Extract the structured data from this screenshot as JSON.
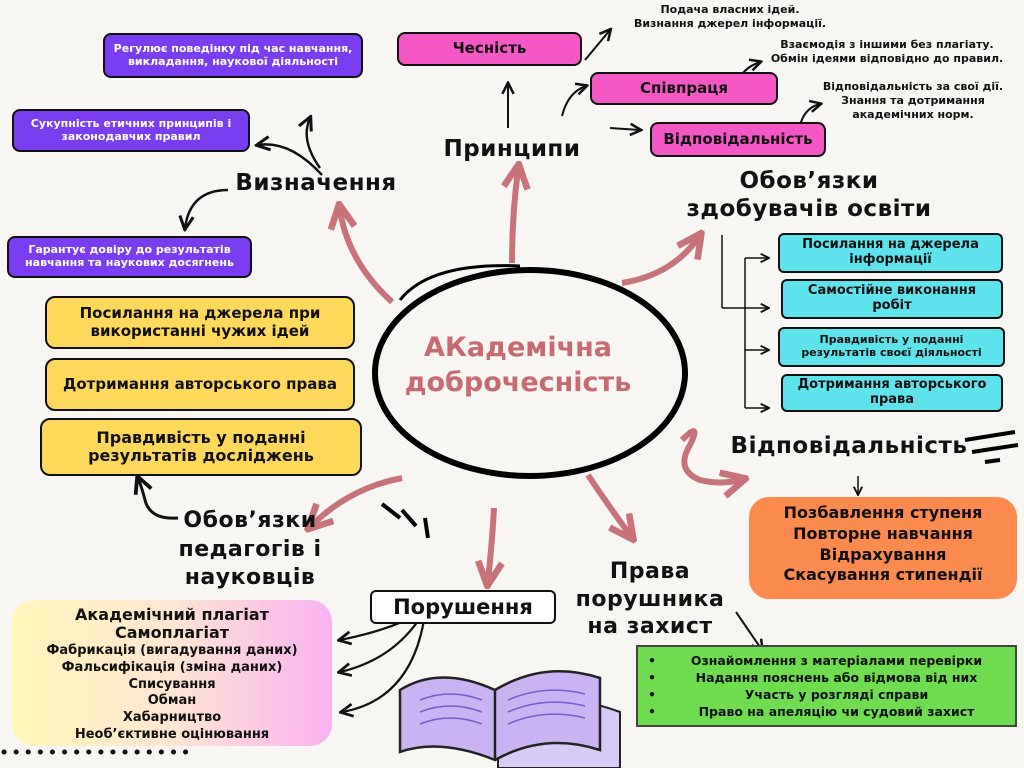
{
  "center": {
    "line1": "АКадемічна",
    "line2": "доброчесність"
  },
  "definition": {
    "heading": "Визначення",
    "items": [
      "Регулює поведінку під час навчання, викладання, наукової діяльності",
      "Сукупність етичних принципів і законодавчих правил",
      "Гарантує довіру до результатів навчання та наукових досягнень"
    ]
  },
  "principles": {
    "heading": "Принципи",
    "items": [
      {
        "label": "Чесність",
        "note": [
          "Подача власних ідей.",
          "Визнання джерел інформації."
        ]
      },
      {
        "label": "Співпраця",
        "note": [
          "Взаємодія з іншими без плагіату.",
          "Обмін ідеями відповідно до правил."
        ]
      },
      {
        "label": "Відповідальність",
        "note": [
          "Відповідальність за свої дії.",
          "Знання та дотримання",
          "академічних норм."
        ]
      }
    ]
  },
  "students": {
    "heading": [
      "Обов’язки",
      "здобувачів освіти"
    ],
    "items": [
      "Посилання на джерела інформації",
      "Самостійне виконання робіт",
      "Правдивість у поданні результатів своєї діяльності",
      "Дотримання авторського права"
    ]
  },
  "teachers": {
    "heading": [
      "Обов’язки",
      "педагогів і",
      "науковців"
    ],
    "items": [
      "Посилання на джерела при використанні чужих ідей",
      "Дотримання авторського права",
      "Правдивість у поданні результатів досліджень"
    ]
  },
  "responsibility": {
    "heading": "Відповідальність",
    "items": [
      "Позбавлення ступеня",
      "Повторне навчання",
      "Відрахування",
      "Скасування стипендії"
    ]
  },
  "violations": {
    "heading": "Порушення",
    "items": [
      "Академічний плагіат",
      "Самоплагіат",
      "Фабрикація (вигадування даних)",
      "Фальсифікація (зміна даних)",
      "Списування",
      "Обман",
      "Хабарництво",
      "Необ’єктивне оцінювання"
    ]
  },
  "rights": {
    "heading": [
      "Права",
      "порушника",
      "на захист"
    ],
    "items": [
      "Ознайомлення з матеріалами перевірки",
      "Надання пояснень або відмова від них",
      "Участь у розгляді справи",
      "Право на апеляцію чи судовий захист"
    ]
  },
  "colors": {
    "definition": "#7b3df0",
    "principles": "#f458c4",
    "students": "#5ee3ec",
    "teachers": "#fdd85a",
    "responsibility": "#fb8a4e",
    "rights": "#6fdc4f",
    "center_text": "#c86a72",
    "branch_arrows": "#c8727a"
  }
}
